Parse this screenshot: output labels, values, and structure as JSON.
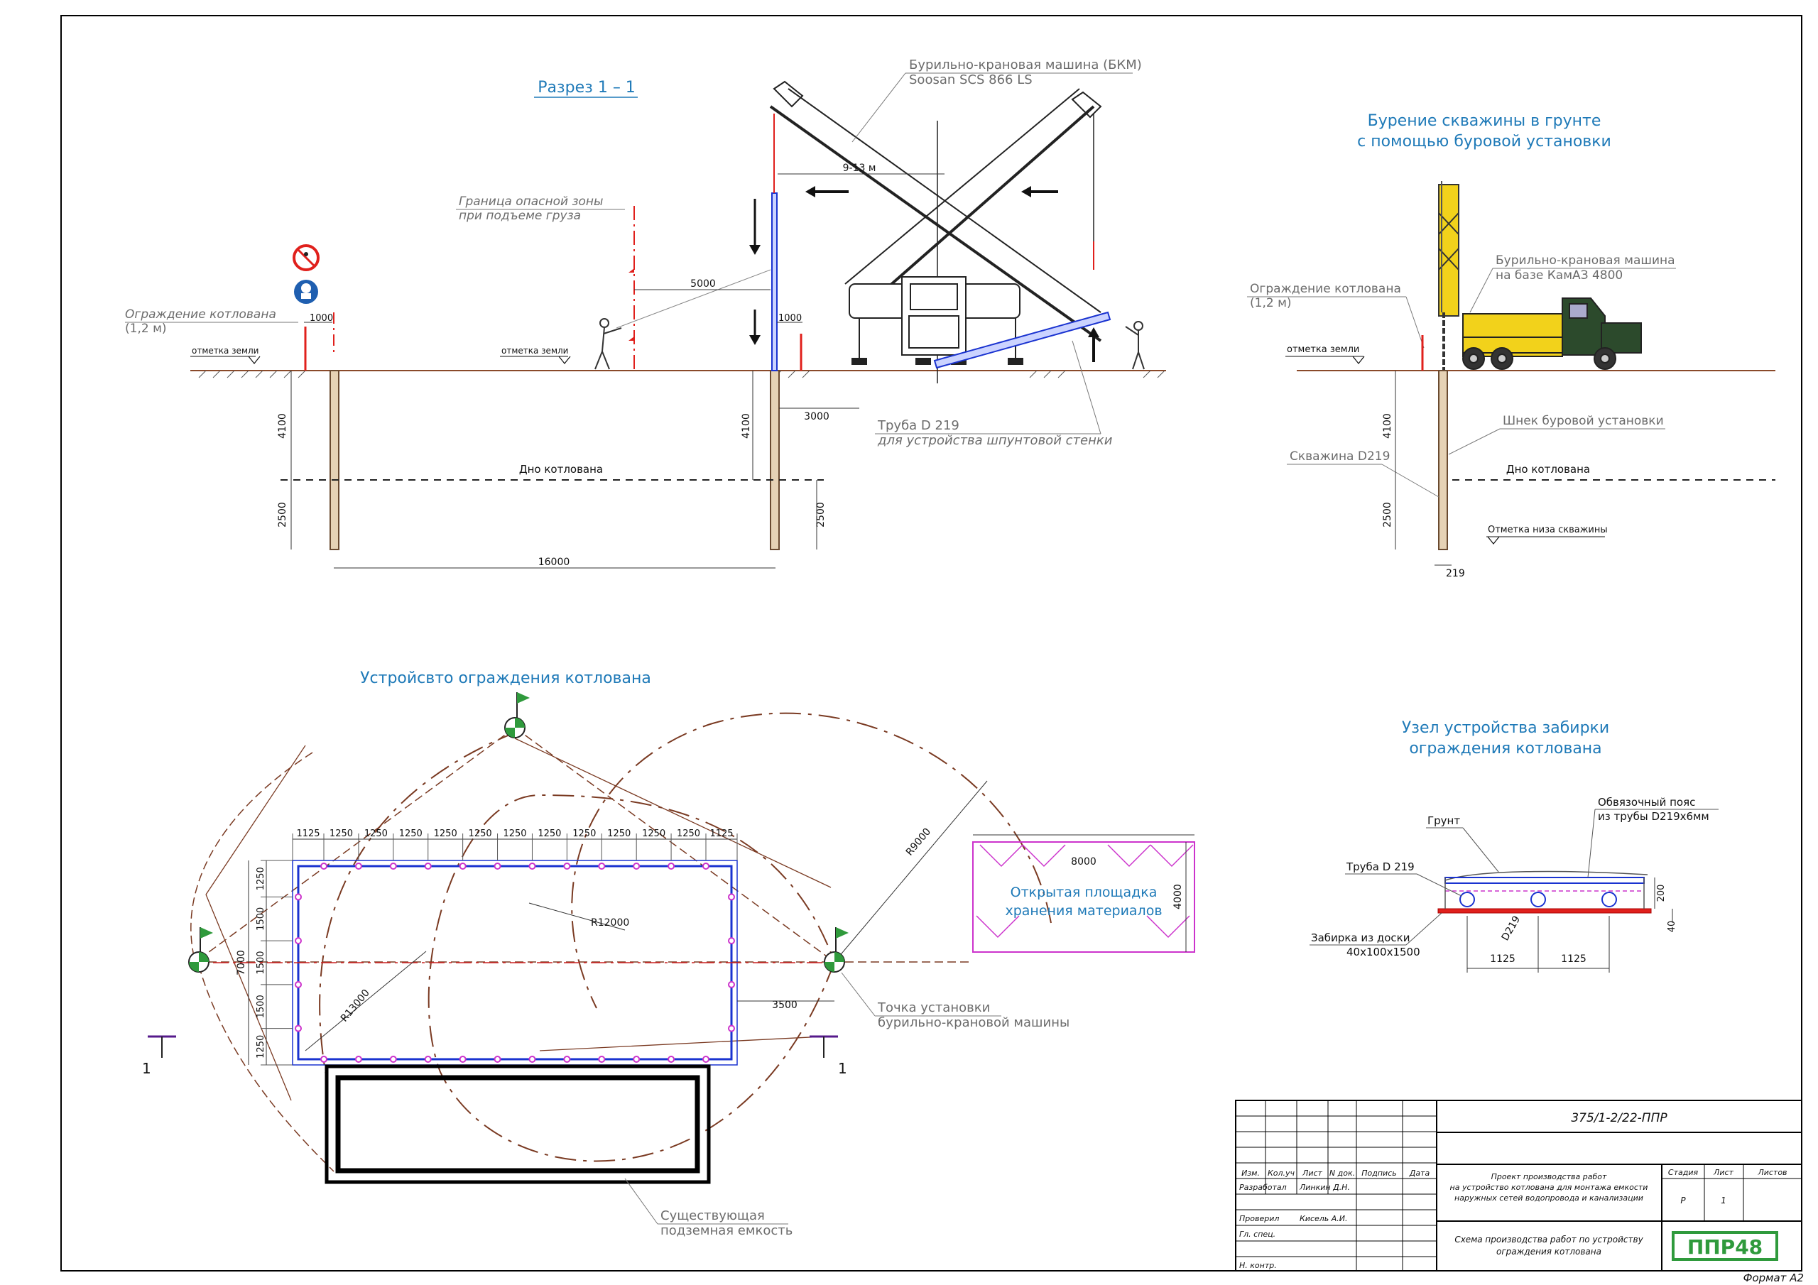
{
  "colors": {
    "frame": "#000000",
    "title_blue": "#1f7ab8",
    "dim_gray": "#555555",
    "fence_red": "#e0201c",
    "pipe_blue": "#1a33d0",
    "zone_brown": "#7a3a22",
    "storage_magenta": "#cc33cc",
    "crane_yellow": "#f2d21b",
    "truck_green": "#2c4a2c",
    "logo_green": "#2f9a3c"
  },
  "section": {
    "title": "Разрез 1 – 1",
    "crane_label_1": "Бурильно-крановая машина (БКМ)",
    "crane_label_2": "Soosan SCS 866 LS",
    "reach": "9-13 м",
    "danger_zone_1": "Граница опасной зоны",
    "danger_zone_2": "при подъеме груза",
    "fence_1": "Ограждение котлована",
    "fence_2": "(1,2 м)",
    "ground_mark": "отметка земли",
    "pit_bottom": "Дно котлована",
    "pipe_1": "Труба D 219",
    "pipe_2": "для устройства шпунтовой стенки",
    "dim_5000": "5000",
    "dim_1000_left": "1000",
    "dim_1000_right": "1000",
    "dim_3000": "3000",
    "dim_4100_l": "4100",
    "dim_2500_l": "2500",
    "dim_4100_r": "4100",
    "dim_2500_r": "2500",
    "dim_16000": "16000"
  },
  "drilling": {
    "title_1": "Бурение скважины в грунте",
    "title_2": "с помощью буровой установки",
    "machine_1": "Бурильно-крановая машина",
    "machine_2": "на базе КамАЗ 4800",
    "fence_1": "Ограждение котлована",
    "fence_2": "(1,2 м)",
    "ground_mark": "отметка земли",
    "auger": "Шнек буровой установки",
    "well": "Скважина D219",
    "pit_bottom": "Дно котлована",
    "well_bottom": "Отметка низа скважины",
    "dim_4100": "4100",
    "dim_2500": "2500",
    "dim_219": "219"
  },
  "plan": {
    "title": "Устройсвто ограждения котлована",
    "top_dims": [
      "1125",
      "1250",
      "1250",
      "1250",
      "1250",
      "1250",
      "1250",
      "1250",
      "1250",
      "1250",
      "1250",
      "1250",
      "1125"
    ],
    "left_dims": [
      "1250",
      "1500",
      "1500",
      "1500",
      "1250"
    ],
    "dim_7000": "7000",
    "r12000": "R12000",
    "r13000": "R13000",
    "r9000": "R9000",
    "dim_3500": "3500",
    "dim_8000": "8000",
    "dim_4000": "4000",
    "storage_1": "Открытая площадка",
    "storage_2": "хранения материалов",
    "install_point_1": "Точка установки",
    "install_point_2": "бурильно-крановой машины",
    "tank_1": "Существующая",
    "tank_2": "подземная емкость",
    "cut_left": "1",
    "cut_right": "1"
  },
  "node": {
    "title_1": "Узел устройства забирки",
    "title_2": "ограждения котлована",
    "soil": "Грунт",
    "belt_1": "Обвязочный пояс",
    "belt_2": "из трубы D219х6мм",
    "pipe": "Труба D 219",
    "board_1": "Забирка из доски",
    "board_2": "40х100х1500",
    "d219": "D219",
    "dim_200": "200",
    "dim_40": "40",
    "dim_1125_a": "1125",
    "dim_1125_b": "1125"
  },
  "stamp": {
    "code": "375/1-2/22-ППР",
    "h_izm": "Изм.",
    "h_koluch": "Кол.уч",
    "h_list": "Лист",
    "h_ndok": "N док.",
    "h_podpis": "Подпись",
    "h_data": "Дата",
    "r_razrab": "Разработал",
    "n_razrab": "Линкин Д.Н.",
    "r_prover": "Проверил",
    "n_prover": "Кисель А.И.",
    "r_gl": "Гл. спец.",
    "r_nkontr": "Н. контр.",
    "project_1": "Проект производства работ",
    "project_2": "на устройство котлована для монтажа емкости",
    "project_3": "наружных сетей водопровода и канализации",
    "h_stadia": "Стадия",
    "h_list2": "Лист",
    "h_listov": "Листов",
    "v_stadia": "Р",
    "v_list": "1",
    "v_listov": "",
    "scheme_1": "Схема производства работ по устройству",
    "scheme_2": "ограждения котлована",
    "logo": "ППР48",
    "format": "Формат А2"
  }
}
